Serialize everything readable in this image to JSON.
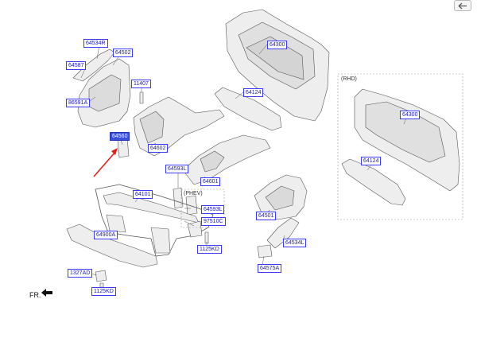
{
  "labels": {
    "l64534R": "64534R",
    "l64502": "64502",
    "l64587": "64587",
    "l86591A": "86591A",
    "l11407": "11407",
    "l64300": "64300",
    "l64124": "64124",
    "l64560": "64560",
    "l64602": "64602",
    "l64593L_a": "64593L",
    "l64601": "64601",
    "l64101": "64101",
    "l64593L_b": "64593L",
    "l97510C": "97510C",
    "l64900A": "64900A",
    "l64501": "64501",
    "l64534L": "64534L",
    "l1125KD_a": "1125KD",
    "l64575A": "64575A",
    "l1327AD": "1327AD",
    "l1125KD_b": "1125KD",
    "r64300": "64300",
    "r64124": "64124"
  },
  "variants": {
    "phev": "(PHEV)",
    "rhd": "(RHD)"
  },
  "direction": "FR.",
  "colors": {
    "callout_border": "#3a3aff",
    "callout_text": "#1a1aa8",
    "highlight_fill": "#3b4fd9",
    "pointer_arrow": "#e02020"
  },
  "icons": {
    "back": "arrow-left-icon",
    "front": "front-direction-arrow-icon"
  }
}
